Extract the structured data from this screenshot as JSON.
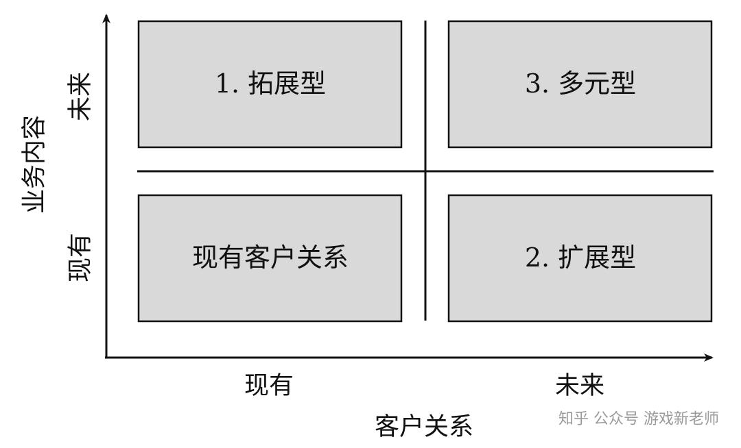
{
  "quadrants": {
    "top_left": "1. 拓展型",
    "top_right": "3. 多元型",
    "bottom_left": "现有客户关系",
    "bottom_right": "2. 扩展型"
  },
  "x_axis": {
    "title": "客户关系",
    "tick_left": "现有",
    "tick_right": "未来"
  },
  "y_axis": {
    "title": "业务内容",
    "tick_bottom": "现有",
    "tick_top": "未来"
  },
  "watermark": "知乎 公众号 游戏新老师",
  "colors": {
    "box_fill": "#d9d9d9",
    "line": "#111111"
  }
}
